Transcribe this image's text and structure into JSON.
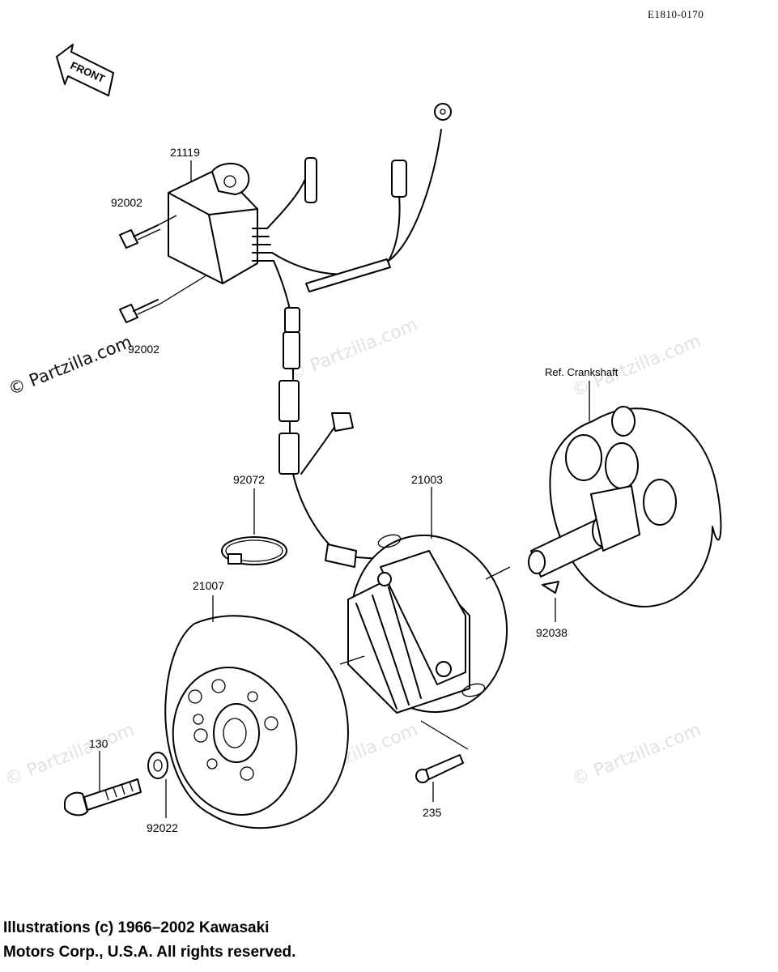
{
  "diagram_code": "E1810-0170",
  "front_label": "FRONT",
  "parts": {
    "cdi_unit": "21119",
    "bolt_upper": "92002",
    "bolt_lower": "92002",
    "clamp": "92072",
    "stator": "21003",
    "flywheel": "21007",
    "flywheel_bolt": "130",
    "washer": "92022",
    "key": "92038",
    "stator_screw": "235"
  },
  "ref_crankshaft": "Ref. Crankshaft",
  "watermark": "© Partzilla.com",
  "copyright_line1": "Illustrations (c) 1966–2002 Kawasaki",
  "copyright_line2": "Motors Corp., U.S.A.  All rights reserved."
}
